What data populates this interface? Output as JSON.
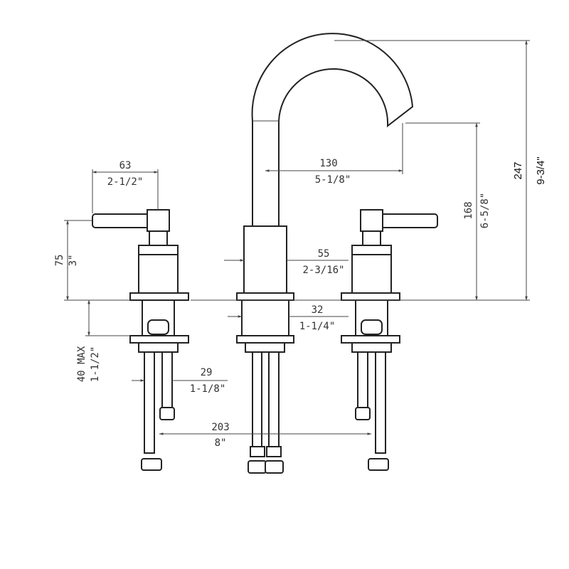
{
  "dimensions": {
    "handle_width": {
      "mm": "63",
      "in": "2-1/2\""
    },
    "spout_reach": {
      "mm": "130",
      "in": "5-1/8\""
    },
    "total_height": {
      "mm": "247",
      "in": "9-3/4\""
    },
    "spout_height": {
      "mm": "168",
      "in": "6-5/8\""
    },
    "handle_height": {
      "mm": "75",
      "in": "3\""
    },
    "body_diameter": {
      "mm": "55",
      "in": "2-3/16\""
    },
    "shank_diameter": {
      "mm": "32",
      "in": "1-1/4\""
    },
    "max_deck": {
      "mm": "40 MAX",
      "in": "1-1/2\""
    },
    "hole_diameter": {
      "mm": "29",
      "in": "1-1/8\""
    },
    "spread": {
      "mm": "203",
      "in": "8\""
    }
  }
}
